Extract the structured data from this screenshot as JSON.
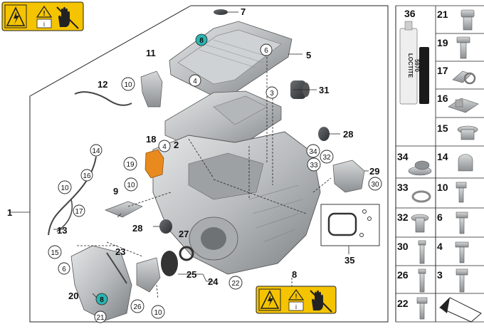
{
  "callouts": {
    "c1": "1",
    "c2": "2",
    "c3": "3",
    "c4a": "4",
    "c4b": "4",
    "c5": "5",
    "c6a": "6",
    "c6b": "6",
    "c7": "7",
    "c8top": "8",
    "c8warn": "8",
    "c8low": "8",
    "c9": "9",
    "c10a": "10",
    "c10b": "10",
    "c10c": "10",
    "c10d": "10",
    "c11": "11",
    "c12": "12",
    "c13": "13",
    "c14": "14",
    "c15": "15",
    "c16": "16",
    "c17": "17",
    "c18": "18",
    "c19": "19",
    "c20": "20",
    "c21": "21",
    "c22": "22",
    "c23": "23",
    "c24": "24",
    "c25": "25",
    "c26": "26",
    "c27": "27",
    "c28a": "28",
    "c28b": "28",
    "c29": "29",
    "c30": "30",
    "c31": "31",
    "c32": "32",
    "c33": "33",
    "c34": "34",
    "c35": "35"
  },
  "sidebar": {
    "tube_label": "36",
    "tube_brand": "LOCTITE",
    "tube_code": "5970",
    "items": [
      {
        "left": "21",
        "right": "19"
      },
      {
        "left": "",
        "right": ""
      },
      {
        "left": "17",
        "right": "16"
      },
      {
        "left": "15",
        "right": ""
      },
      {
        "left": "34",
        "right": "14"
      },
      {
        "left": "33",
        "right": "10"
      },
      {
        "left": "32",
        "right": "6"
      },
      {
        "left": "30",
        "right": "4"
      },
      {
        "left": "26",
        "right": "3"
      },
      {
        "left": "22",
        "right": ""
      }
    ]
  },
  "colors": {
    "warning_yellow": "#f5c400",
    "teal_marker": "#2bb5b0",
    "orange_part": "#e88a1e",
    "metal_light": "#c9ccce",
    "metal_dark": "#6e7275"
  }
}
